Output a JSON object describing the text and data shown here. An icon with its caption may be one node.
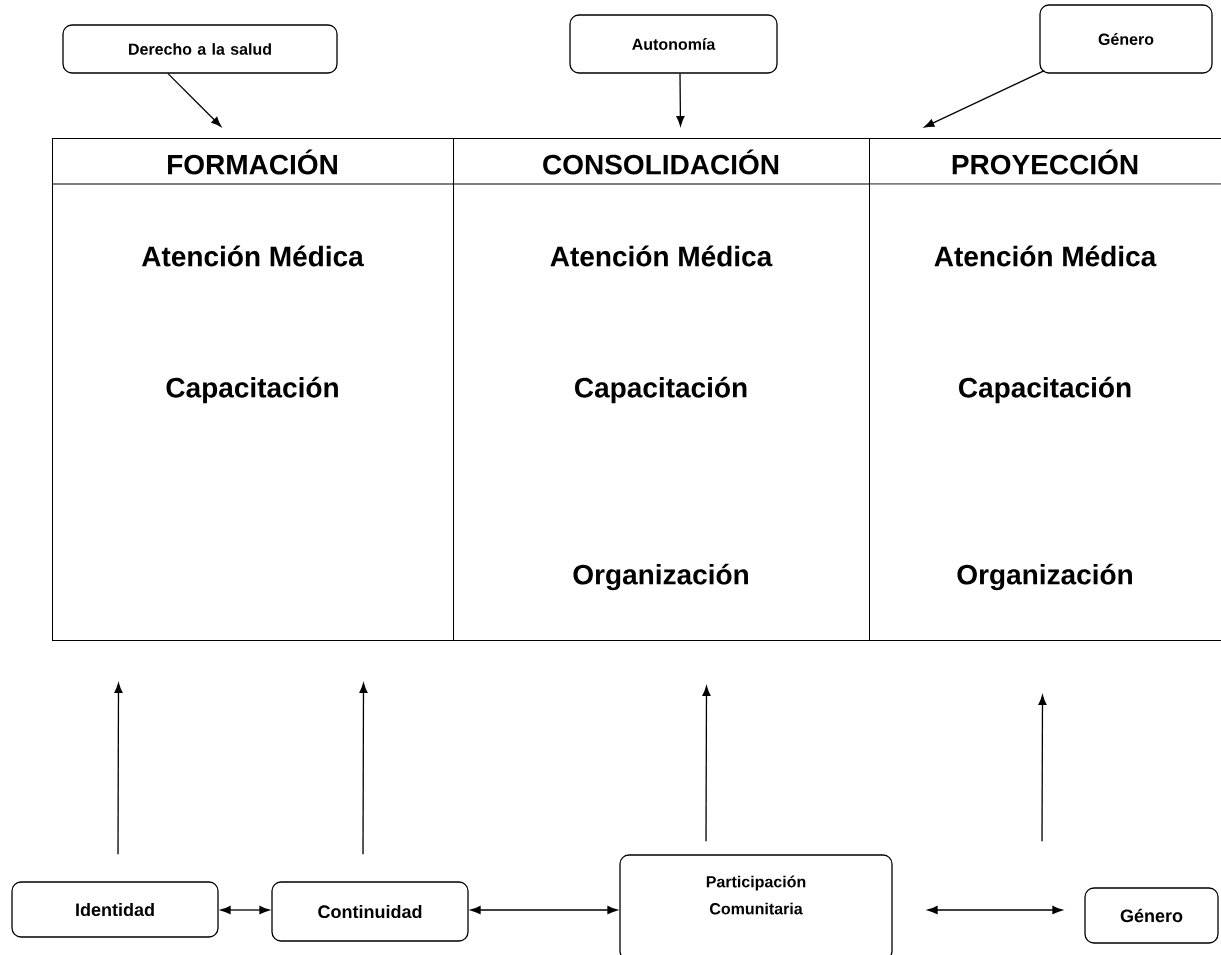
{
  "diagram": {
    "nodes": [
      {
        "text": [
          "Derecho a la salud"
        ]
      },
      {
        "text": [
          "Autonomía"
        ]
      },
      {
        "text": [
          "Género"
        ]
      },
      {
        "text": [
          "FORMACIÓN",
          "Atención Médica",
          "Capacitación"
        ]
      },
      {
        "text": [
          "CONSOLIDACIÓN",
          "Atención Médica",
          "Capacitación",
          "Organización"
        ]
      },
      {
        "text": [
          "PROYECCIÓN",
          "Atención Médica",
          "Capacitación",
          "Organización"
        ]
      },
      {
        "text": [
          "Identidad"
        ]
      },
      {
        "text": [
          "Continuidad"
        ]
      },
      {
        "text": [
          "Participación Comunitaria"
        ]
      },
      {
        "text": [
          "Género"
        ]
      }
    ],
    "edges": [
      {
        "from": 0,
        "to": 3,
        "arrow": "to"
      },
      {
        "from": 1,
        "to": 4,
        "arrow": "to"
      },
      {
        "from": 2,
        "to": 5,
        "arrow": "to"
      },
      {
        "from": 6,
        "to": 3,
        "arrow": "to"
      },
      {
        "from": 7,
        "to": 3,
        "arrow": "to"
      },
      {
        "from": 8,
        "to": 4,
        "arrow": "to"
      },
      {
        "from": 9,
        "to": 5,
        "arrow": "to"
      },
      {
        "from": 6,
        "to": 7,
        "arrow": "both"
      },
      {
        "from": 7,
        "to": 8,
        "arrow": "both"
      },
      {
        "from": 8,
        "to": 9,
        "arrow": "both"
      }
    ]
  }
}
